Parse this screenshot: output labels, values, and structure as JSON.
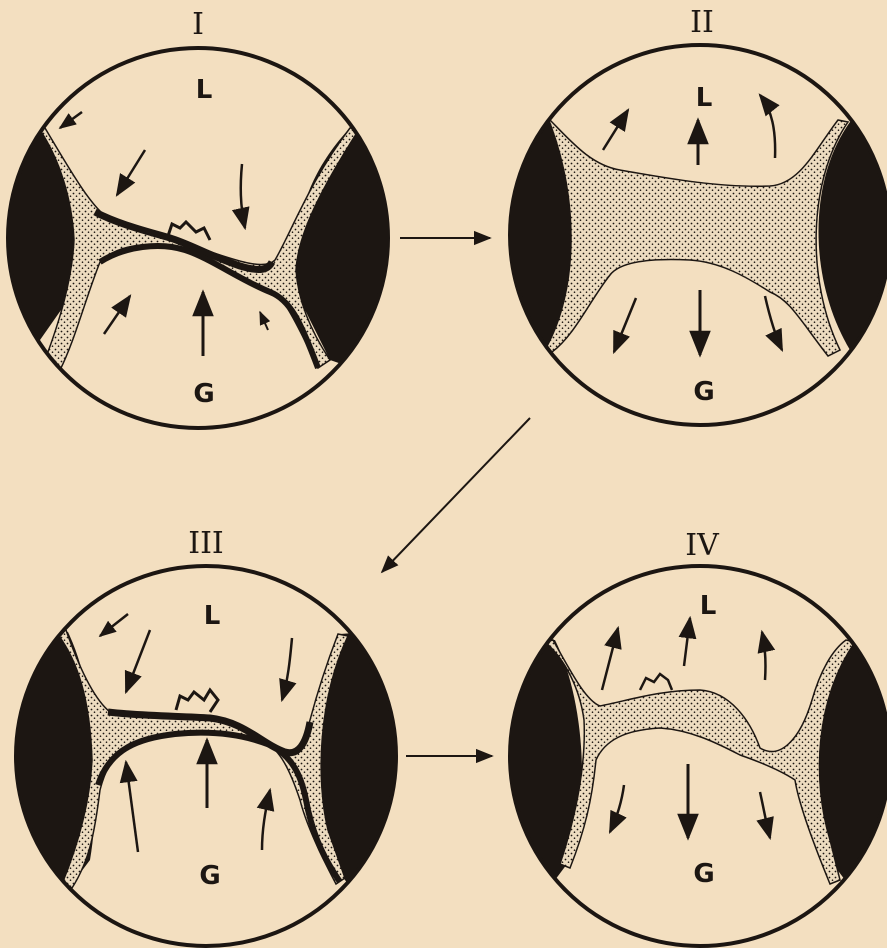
{
  "figure": {
    "background": "#f3dfc0",
    "ink": "#1c1612",
    "stipple_fill": "#e9d6b6",
    "panels": [
      {
        "id": "I",
        "numeral": "I",
        "top_label": "L",
        "bottom_label": "G"
      },
      {
        "id": "II",
        "numeral": "II",
        "top_label": "L",
        "bottom_label": "G"
      },
      {
        "id": "III",
        "numeral": "III",
        "top_label": "L",
        "bottom_label": "G"
      },
      {
        "id": "IV",
        "numeral": "IV",
        "top_label": "L",
        "bottom_label": "G"
      }
    ],
    "connectors": [
      {
        "from": "I",
        "to": "II"
      },
      {
        "from": "II",
        "to": "III"
      },
      {
        "from": "III",
        "to": "IV"
      }
    ]
  }
}
